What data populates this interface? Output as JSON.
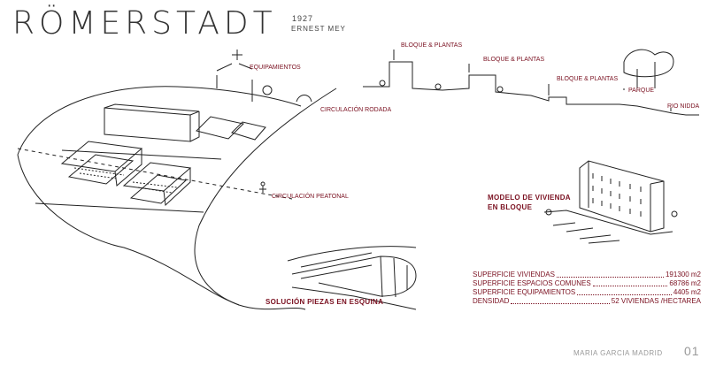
{
  "header": {
    "title": "RÖMERSTADT",
    "year": "1927",
    "architect": "ERNEST MEY"
  },
  "plan_labels": {
    "equipamientos": "EQUIPAMIENTOS",
    "circulacion_rodada": "CIRCULACIÓN RODADA",
    "circulacion_peatonal": "CIRCULACIÓN PEATONAL"
  },
  "section_labels": {
    "bloque_1": "BLOQUE & PLANTAS",
    "bloque_2": "BLOQUE & PLANTAS",
    "bloque_3": "BLOQUE & PLANTAS",
    "parque": "PARQUE",
    "rio": "RIO NIDDA"
  },
  "vivienda": {
    "line1": "MODELO DE VIVIENDA",
    "line2": "EN BLOQUE"
  },
  "esquina": {
    "caption": "SOLUCIÓN PIEZAS EN ESQUINA"
  },
  "stats": [
    {
      "label": "SUPERFICIE VIVIENDAS",
      "value": "191300 m2"
    },
    {
      "label": "SUPERFICIE ESPACIOS COMUNES",
      "value": "68786 m2"
    },
    {
      "label": "SUPERFICIE EQUIPAMIENTOS",
      "value": "4405 m2"
    },
    {
      "label": "DENSIDAD",
      "value": "52 VIVIENDAS /HECTAREA"
    }
  ],
  "footer": {
    "author": "MARIA GARCIA MADRID",
    "page": "01"
  }
}
